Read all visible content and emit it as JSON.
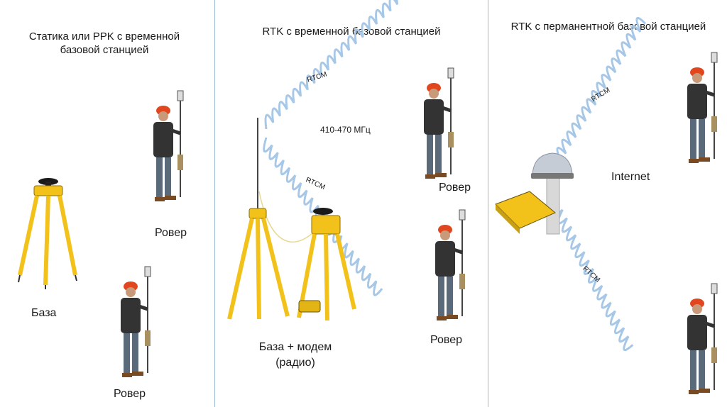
{
  "panels": [
    {
      "title_line1": "Статика или PPK с временной",
      "title_line2": "базовой станцией",
      "base_label": "База",
      "rover_label_1": "Ровер",
      "rover_label_2": "Ровер"
    },
    {
      "title": "RTK с временной базовой станцией",
      "rtcm_1": "RTCM",
      "rtcm_2": "RTCM",
      "frequency": "410-470 МГц",
      "rover_label_1": "Ровер",
      "rover_label_2": "Ровер",
      "base_line1": "База + модем",
      "base_line2": "(радио)"
    },
    {
      "title": "RTK с перманентной базовой станцией",
      "rtcm_1": "RTCM",
      "rtcm_2": "RTCM",
      "internet": "Internet"
    }
  ],
  "colors": {
    "wave": "#a7c7e7",
    "tripod": "#f2c21a",
    "divider": "#9bbad4",
    "helmet": "#e0471f"
  },
  "icons": [
    "surveyor-with-rover-pole",
    "tripod-base-receiver",
    "permanent-base-station-antenna"
  ]
}
